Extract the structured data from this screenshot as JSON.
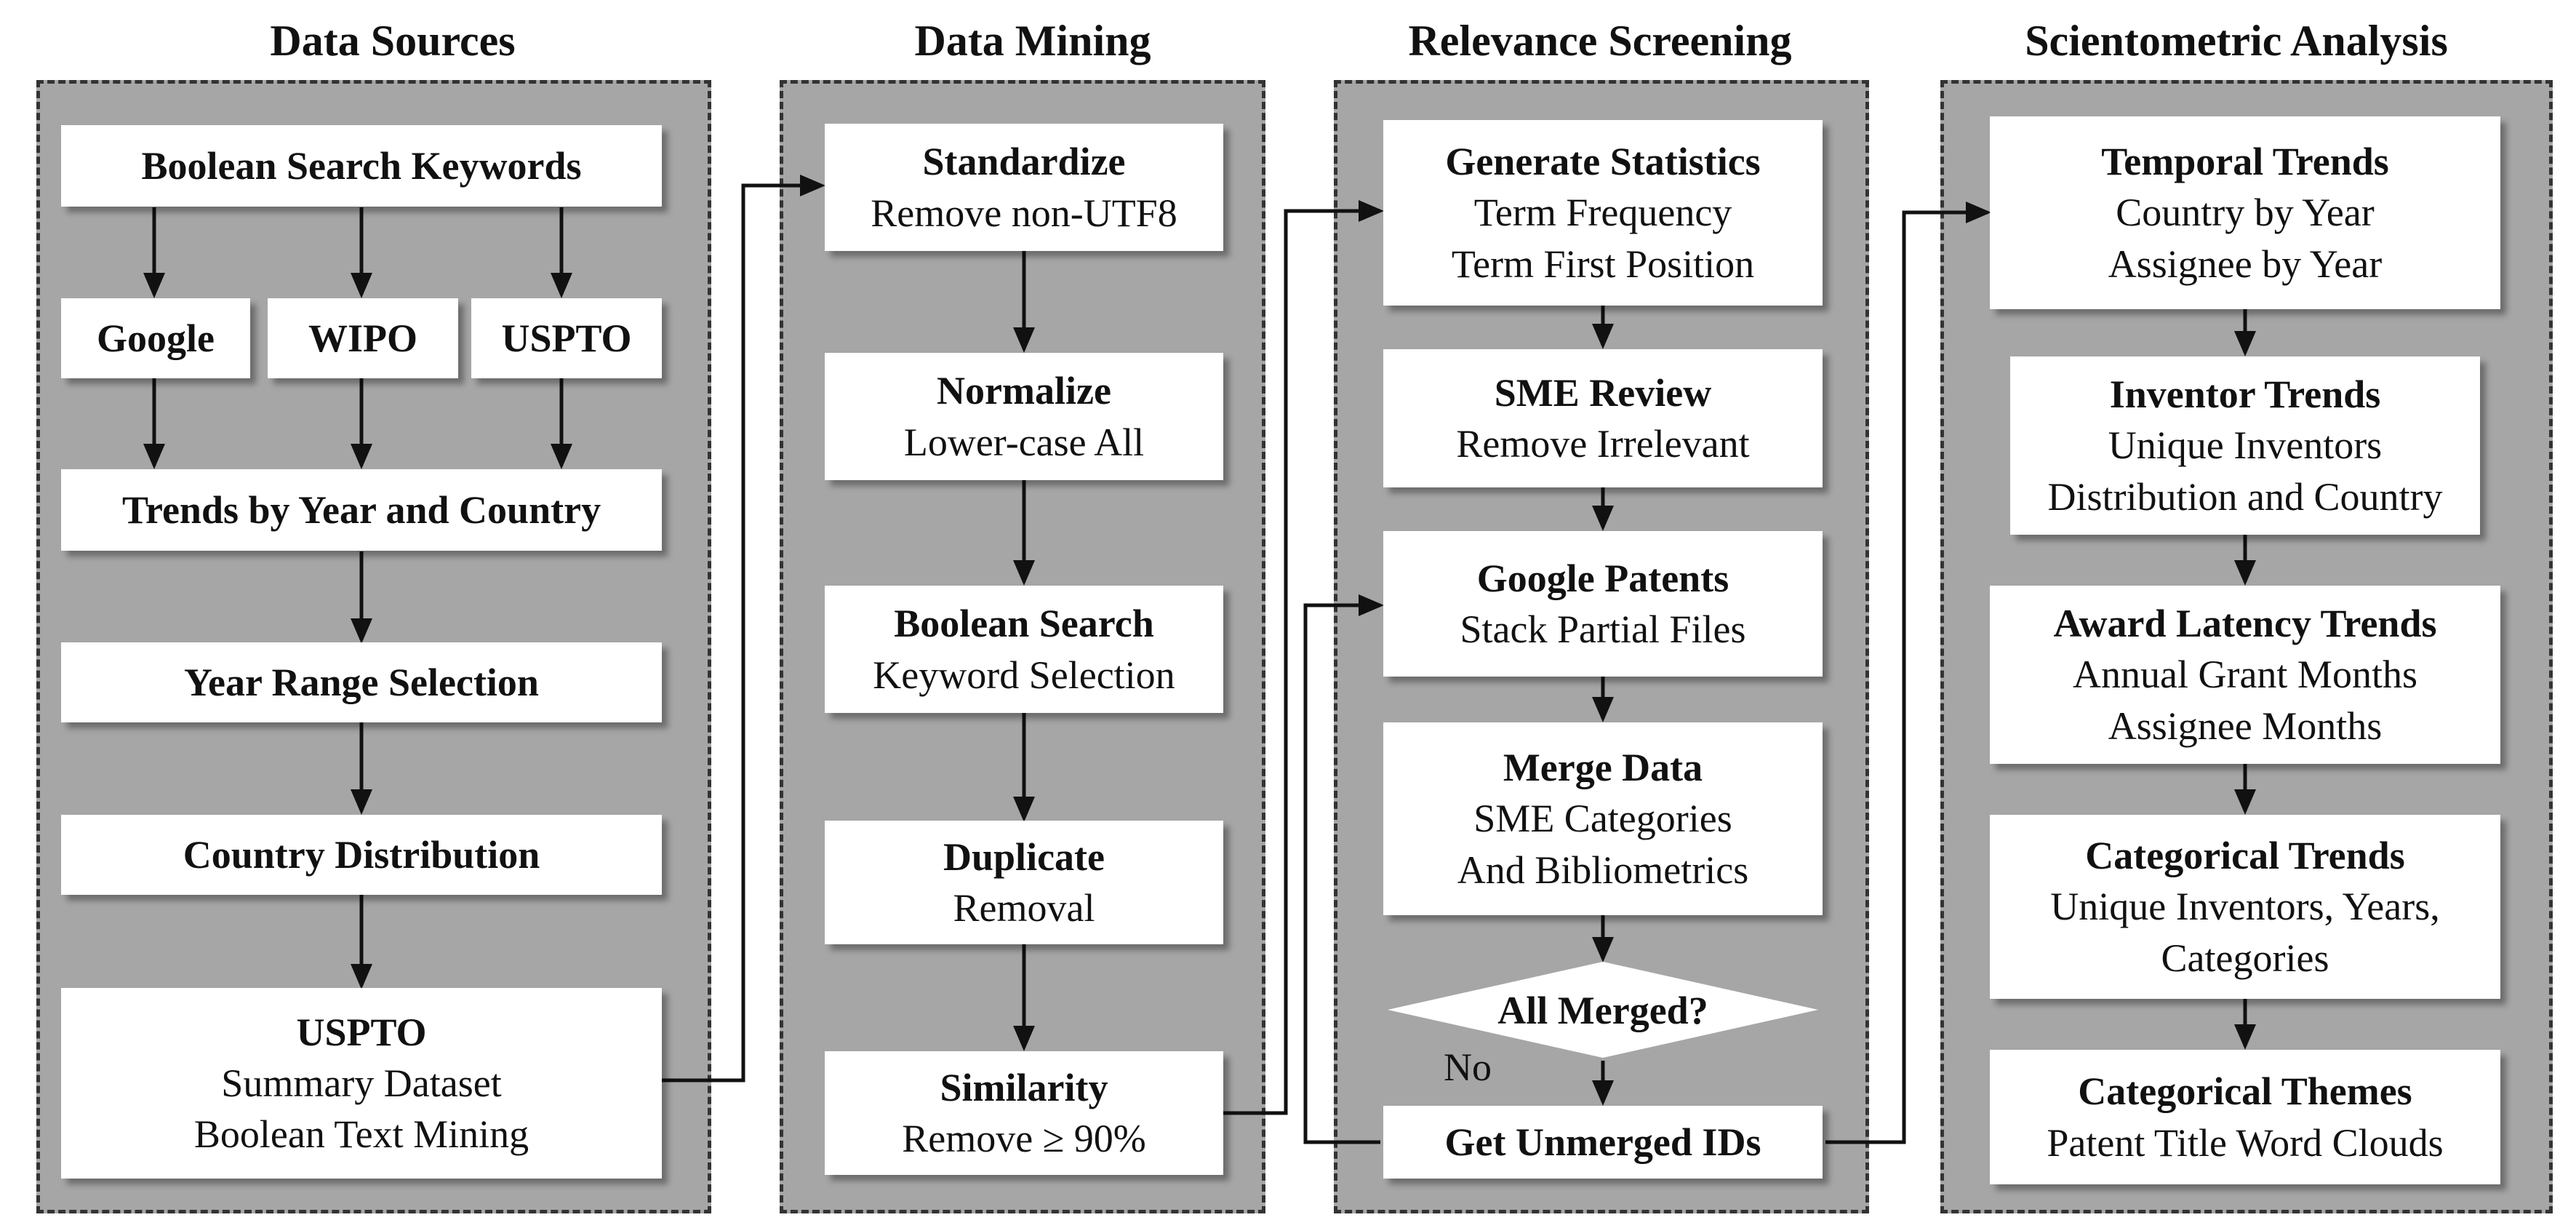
{
  "columns": [
    {
      "title": "Data Sources"
    },
    {
      "title": "Data Mining"
    },
    {
      "title": "Relevance Screening"
    },
    {
      "title": "Scientometric Analysis"
    }
  ],
  "data_sources": {
    "boolean_search_keywords": "Boolean Search Keywords",
    "google": "Google",
    "wipo": "WIPO",
    "uspto": "USPTO",
    "trends_by_year_and_country": "Trends by Year and Country",
    "year_range_selection": "Year Range Selection",
    "country_distribution": "Country Distribution",
    "uspto_dataset": {
      "title": "USPTO",
      "line1": "Summary Dataset",
      "line2": "Boolean Text Mining"
    }
  },
  "data_mining": {
    "standardize": {
      "title": "Standardize",
      "line1": "Remove non-UTF8"
    },
    "normalize": {
      "title": "Normalize",
      "line1": "Lower-case All"
    },
    "boolean_search": {
      "title": "Boolean Search",
      "line1": "Keyword Selection"
    },
    "duplicate": {
      "title": "Duplicate",
      "line1": "Removal"
    },
    "similarity": {
      "title": "Similarity",
      "line1": "Remove ≥ 90%"
    }
  },
  "relevance_screening": {
    "generate_statistics": {
      "title": "Generate Statistics",
      "line1": "Term Frequency",
      "line2": "Term First Position"
    },
    "sme_review": {
      "title": "SME Review",
      "line1": "Remove Irrelevant"
    },
    "google_patents": {
      "title": "Google Patents",
      "line1": "Stack Partial Files"
    },
    "merge_data": {
      "title": "Merge Data",
      "line1": "SME Categories",
      "line2": "And Bibliometrics"
    },
    "all_merged": "All Merged?",
    "no_label": "No",
    "get_unmerged_ids": "Get Unmerged IDs"
  },
  "scientometric_analysis": {
    "temporal_trends": {
      "title": "Temporal Trends",
      "line1": "Country by Year",
      "line2": "Assignee by Year"
    },
    "inventor_trends": {
      "title": "Inventor Trends",
      "line1": "Unique Inventors",
      "line2": "Distribution and Country"
    },
    "award_latency_trends": {
      "title": "Award Latency Trends",
      "line1": "Annual Grant Months",
      "line2": "Assignee Months"
    },
    "categorical_trends": {
      "title": "Categorical Trends",
      "line1": "Unique Inventors, Years,",
      "line2": "Categories"
    },
    "categorical_themes": {
      "title": "Categorical Themes",
      "line1": "Patent Title Word Clouds"
    }
  }
}
